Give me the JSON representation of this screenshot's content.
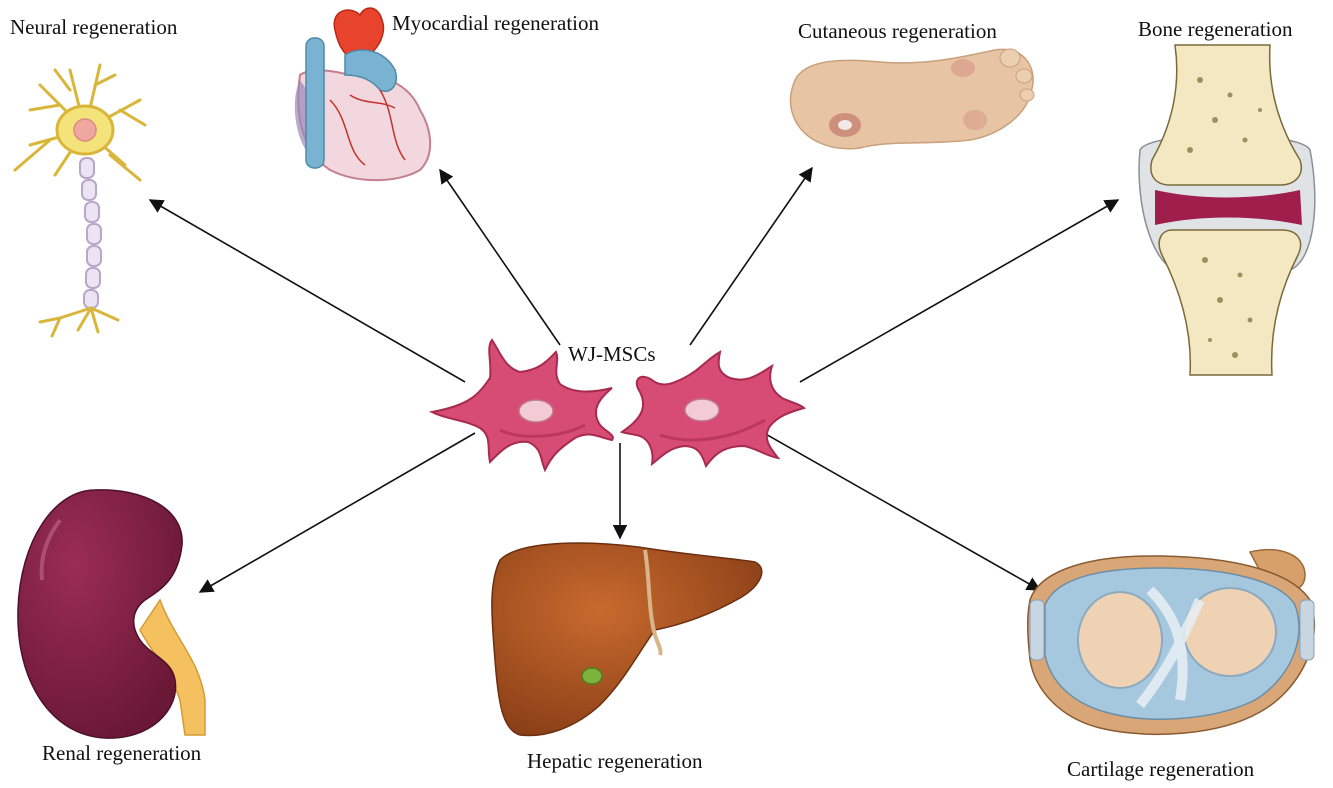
{
  "center": {
    "label": "WJ-MSCs"
  },
  "targets": {
    "neural": "Neural regeneration",
    "myocardial": "Myocardial regeneration",
    "cutaneous": "Cutaneous regeneration",
    "bone": "Bone regeneration",
    "renal": "Renal regeneration",
    "hepatic": "Hepatic regeneration",
    "cartilage": "Cartilage regeneration"
  },
  "colors": {
    "cell": "#d64c74",
    "cell_dark": "#a82a4f",
    "nucleus": "#f2cbd5",
    "neuron": "#f4e27a",
    "heart_red": "#e8432c",
    "heart_blue": "#7ab3d1",
    "skin": "#e7c5a4",
    "bone": "#f3e8c2",
    "bone_marrow": "#a01e4a",
    "kidney": "#7c1f43",
    "ureter": "#f5c160",
    "liver": "#a9501f",
    "gallbladder": "#7bb33c",
    "cartilage": "#a6c8de"
  }
}
